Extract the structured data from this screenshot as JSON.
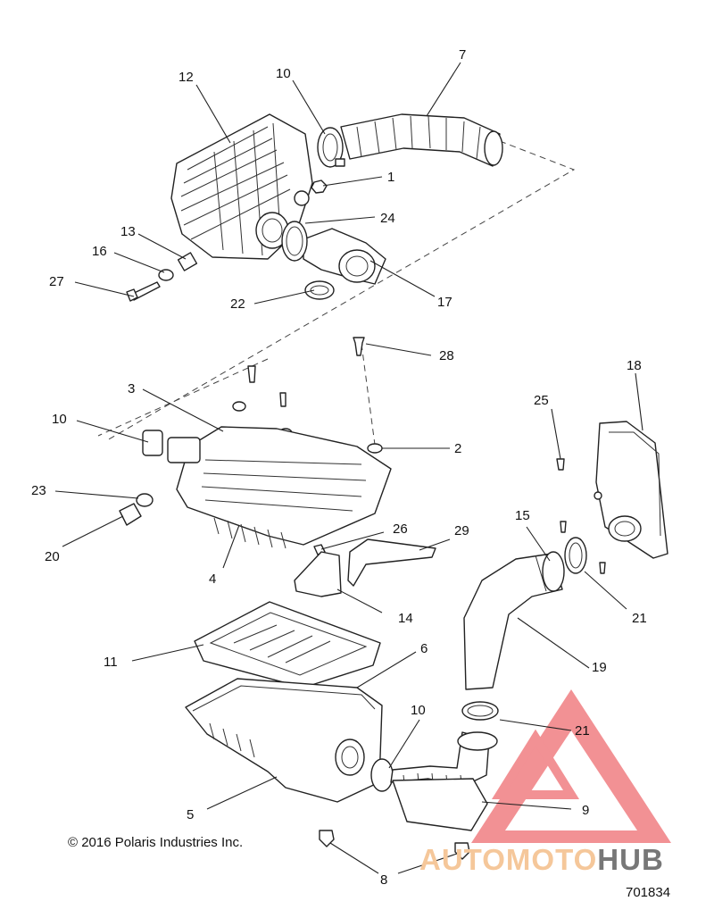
{
  "diagram": {
    "copyright": "© 2016 Polaris Industries Inc.",
    "diagram_number": "701834",
    "watermark": {
      "part1": "AUTO",
      "part2": "MOTO",
      "part3": "HUB",
      "triangle_color": "#e8383d",
      "text_color": "#f5c79a"
    },
    "callouts": [
      {
        "id": "c-1",
        "text": "1"
      },
      {
        "id": "c-2",
        "text": "2"
      },
      {
        "id": "c-3",
        "text": "3"
      },
      {
        "id": "c-4",
        "text": "4"
      },
      {
        "id": "c-5",
        "text": "5"
      },
      {
        "id": "c-6",
        "text": "6"
      },
      {
        "id": "c-7",
        "text": "7"
      },
      {
        "id": "c-8",
        "text": "8"
      },
      {
        "id": "c-9",
        "text": "9"
      },
      {
        "id": "c-10a",
        "text": "10"
      },
      {
        "id": "c-10b",
        "text": "10"
      },
      {
        "id": "c-10c",
        "text": "10"
      },
      {
        "id": "c-11",
        "text": "11"
      },
      {
        "id": "c-12",
        "text": "12"
      },
      {
        "id": "c-13",
        "text": "13"
      },
      {
        "id": "c-14",
        "text": "14"
      },
      {
        "id": "c-15",
        "text": "15"
      },
      {
        "id": "c-16",
        "text": "16"
      },
      {
        "id": "c-17",
        "text": "17"
      },
      {
        "id": "c-18",
        "text": "18"
      },
      {
        "id": "c-19",
        "text": "19"
      },
      {
        "id": "c-20",
        "text": "20"
      },
      {
        "id": "c-21a",
        "text": "21"
      },
      {
        "id": "c-21b",
        "text": "21"
      },
      {
        "id": "c-22",
        "text": "22"
      },
      {
        "id": "c-23",
        "text": "23"
      },
      {
        "id": "c-24",
        "text": "24"
      },
      {
        "id": "c-25",
        "text": "25"
      },
      {
        "id": "c-26",
        "text": "26"
      },
      {
        "id": "c-27",
        "text": "27"
      },
      {
        "id": "c-28",
        "text": "28"
      },
      {
        "id": "c-29",
        "text": "29"
      }
    ]
  }
}
